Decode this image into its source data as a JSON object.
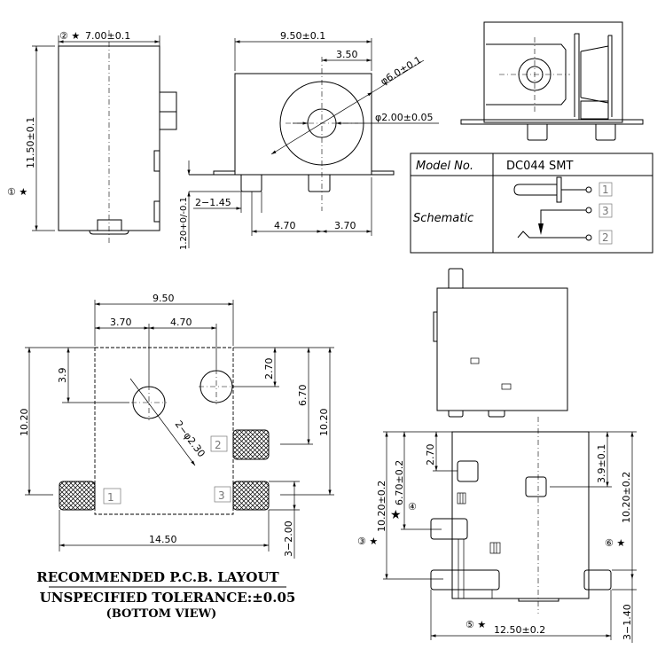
{
  "side_view": {
    "width_dim": "7.00±0.1",
    "width_marker": "② ★",
    "height_dim": "11.50±0.1",
    "height_marker": "① ★"
  },
  "front_view": {
    "width_dim": "9.50±0.1",
    "offset_dim": "3.50",
    "outer_diameter": "φ6.0±0.1",
    "pin_diameter": "φ2.00±0.05",
    "pin_height": "1.20+0/-0.1",
    "pin_width": "2−1.45",
    "pitch_left": "4.70",
    "pitch_right": "3.70"
  },
  "spec_table": {
    "model_label": "Model No.",
    "model_value": "DC044 SMT",
    "schematic_label": "Schematic",
    "pins": [
      "1",
      "3",
      "2"
    ]
  },
  "pcb_layout": {
    "width_dim": "9.50",
    "hole_offset_left": "3.70",
    "hole_pitch": "4.70",
    "left_height": "10.20",
    "left_hole_offset": "3.9",
    "right_hole_offset": "2.70",
    "pad2_offset": "6.70",
    "right_height": "10.20",
    "hole_dim": "2−φ2.30",
    "overall_width": "14.50",
    "pad_width": "3−2.00",
    "pad_labels": [
      "1",
      "2",
      "3"
    ],
    "title": "RECOMMENDED P.C.B. LAYOUT",
    "tolerance": "UNSPECIFIED TOLERANCE:±0.05",
    "view_note": "(BOTTOM VIEW)"
  },
  "bottom_view": {
    "left_height": "10.20±0.2",
    "left_marker": "③ ★",
    "pad_offset": "6.70±0.2",
    "pad_marker_star": "★",
    "pad_marker_num": "④",
    "top_offset": "2.70",
    "right_offset": "3.9±0.1",
    "right_height": "10.20±0.2",
    "right_marker": "⑥ ★",
    "tab_width": "3−1.40",
    "overall_width": "12.50±0.2",
    "width_marker": "⑤ ★"
  }
}
